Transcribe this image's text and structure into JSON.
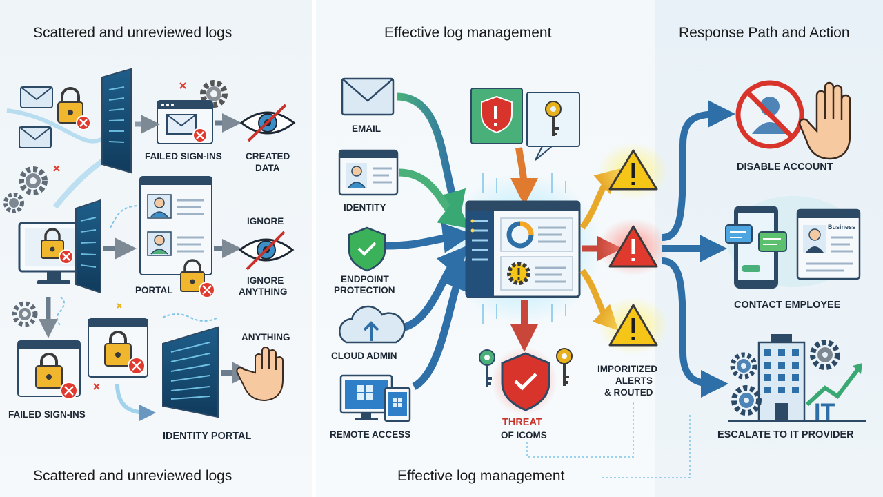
{
  "panels": {
    "left": {
      "title_top": "Scattered and unreviewed logs",
      "title_bottom": "Scattered and unreviewed logs",
      "labels": {
        "failed_signins_top": "FAILED SIGN-INS",
        "created_data_1": "CREATED",
        "created_data_2": "DATA",
        "ignore": "IGNORE",
        "ignore_anything_1": "IGNORE",
        "ignore_anything_2": "ANYTHING",
        "portal": "PORTAL",
        "anything": "ANYTHING",
        "failed_signins_bottom": "FAILED SIGN-INS",
        "identity_portal": "IDENTITY PORTAL"
      }
    },
    "middle": {
      "title_top": "Effective log management",
      "title_bottom": "Effective log management",
      "sources": {
        "email": "EMAIL",
        "identity": "IDENTITY",
        "endpoint_1": "ENDPOINT",
        "endpoint_2": "PROTECTION",
        "cloud_admin": "CLOUD ADMIN",
        "remote_access": "REMOTE ACCESS"
      },
      "threat_1": "THREAT",
      "threat_2": "OF ICOMS",
      "alerts_1": "IMPORITIZED",
      "alerts_2": "ALERTS",
      "alerts_3": "& ROUTED"
    },
    "right": {
      "title": "Response Path and Action",
      "disable_account": "DISABLE ACCOUNT",
      "contact_employee": "CONTACT EMPLOYEE",
      "escalate": "ESCALATE TO IT PROVIDER",
      "business_card": "Business",
      "it_text": "IT"
    }
  },
  "colors": {
    "arrow_blue": "#2f6fa8",
    "arrow_green": "#3aa873",
    "alert_yellow": "#f5c518",
    "alert_red": "#e03a2f",
    "shield_red": "#d9342b",
    "shield_green": "#3bb15a",
    "key_gold": "#e8b21d",
    "text_dark": "#1d2733"
  },
  "icons": [
    "email-icon",
    "lock-icon",
    "gear-icon",
    "eye-slash-icon",
    "monitor-icon",
    "hand-icon",
    "shield-icon",
    "key-icon",
    "cloud-upload-icon",
    "windows-icon",
    "warning-icon",
    "no-user-icon",
    "chat-icon",
    "building-icon",
    "chart-up-icon"
  ]
}
